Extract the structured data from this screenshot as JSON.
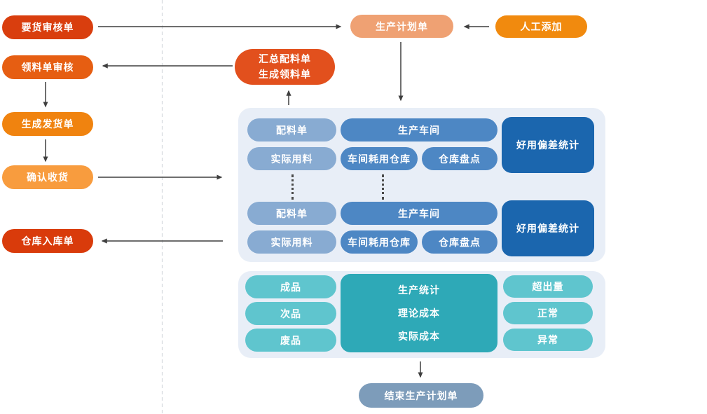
{
  "colors": {
    "light_blue": "#88abd2",
    "mid_blue": "#4d87c4",
    "dark_blue": "#1b66ae",
    "panel_bg": "#e8eef7",
    "light_teal": "#5fc5ce",
    "dark_teal": "#2ea9b7",
    "end_node": "#7d9cba",
    "arrow": "#3f3f3f",
    "dashed_guide": "#d5d9de"
  },
  "left_flow": [
    {
      "label": "要货审核单",
      "color": "#d93e0e"
    },
    {
      "label": "领料单审核",
      "color": "#e65e12"
    },
    {
      "label": "生成发货单",
      "color": "#f0830f"
    },
    {
      "label": "确认收货",
      "color": "#f89c3e"
    },
    {
      "label": "仓库入库单",
      "color": "#d93b0b"
    }
  ],
  "top": {
    "production_plan": {
      "label": "生产计划单",
      "color": "#efa173"
    },
    "manual_add": {
      "label": "人工添加",
      "color": "#f18a0e"
    },
    "batching_summary": {
      "line1": "汇总配料单",
      "line2": "生成领料单",
      "color": "#e2501d"
    }
  },
  "workshop_groups": [
    {
      "batching_order": "配料单",
      "workshop": "生产车间",
      "actual_usage": "实际用料",
      "workshop_warehouse": "车间耗用仓库",
      "stocktaking": "仓库盘点",
      "deviation_stats": "好用偏差统计"
    },
    {
      "batching_order": "配料单",
      "workshop": "生产车间",
      "actual_usage": "实际用料",
      "workshop_warehouse": "车间耗用仓库",
      "stocktaking": "仓库盘点",
      "deviation_stats": "好用偏差统计"
    }
  ],
  "summary_section": {
    "products": [
      "成品",
      "次品",
      "废品"
    ],
    "stats": [
      "生产统计",
      "理论成本",
      "实际成本"
    ],
    "statuses": [
      "超出量",
      "正常",
      "异常"
    ]
  },
  "end_node": {
    "label": "结束生产计划单",
    "color": "#7d9cba"
  }
}
